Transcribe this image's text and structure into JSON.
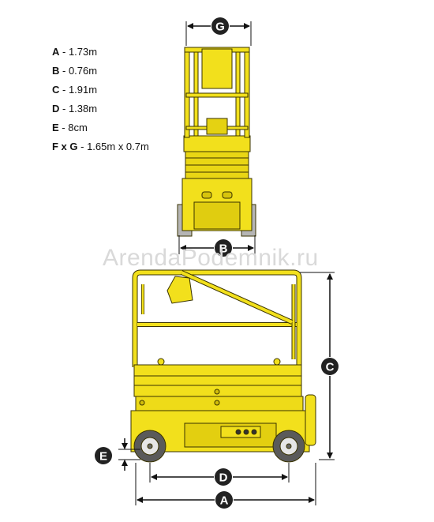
{
  "specs": [
    {
      "key": "A",
      "value": "1.73m"
    },
    {
      "key": "B",
      "value": "0.76m"
    },
    {
      "key": "C",
      "value": "1.91m"
    },
    {
      "key": "D",
      "value": "1.38m"
    },
    {
      "key": "E",
      "value": "8cm"
    },
    {
      "key": "F x G",
      "value": "1.65m x 0.7m"
    }
  ],
  "separator": " - ",
  "watermark": "ArendaPodemnik.ru",
  "dimension_markers": [
    "G",
    "B",
    "C",
    "E",
    "D",
    "A"
  ],
  "colors": {
    "machine_yellow": "#f2e01c",
    "outline": "#3a3300",
    "marker_fill": "#222222",
    "marker_text": "#ffffff",
    "tire": "#5a5a5a",
    "hub": "#e6e6e6"
  }
}
